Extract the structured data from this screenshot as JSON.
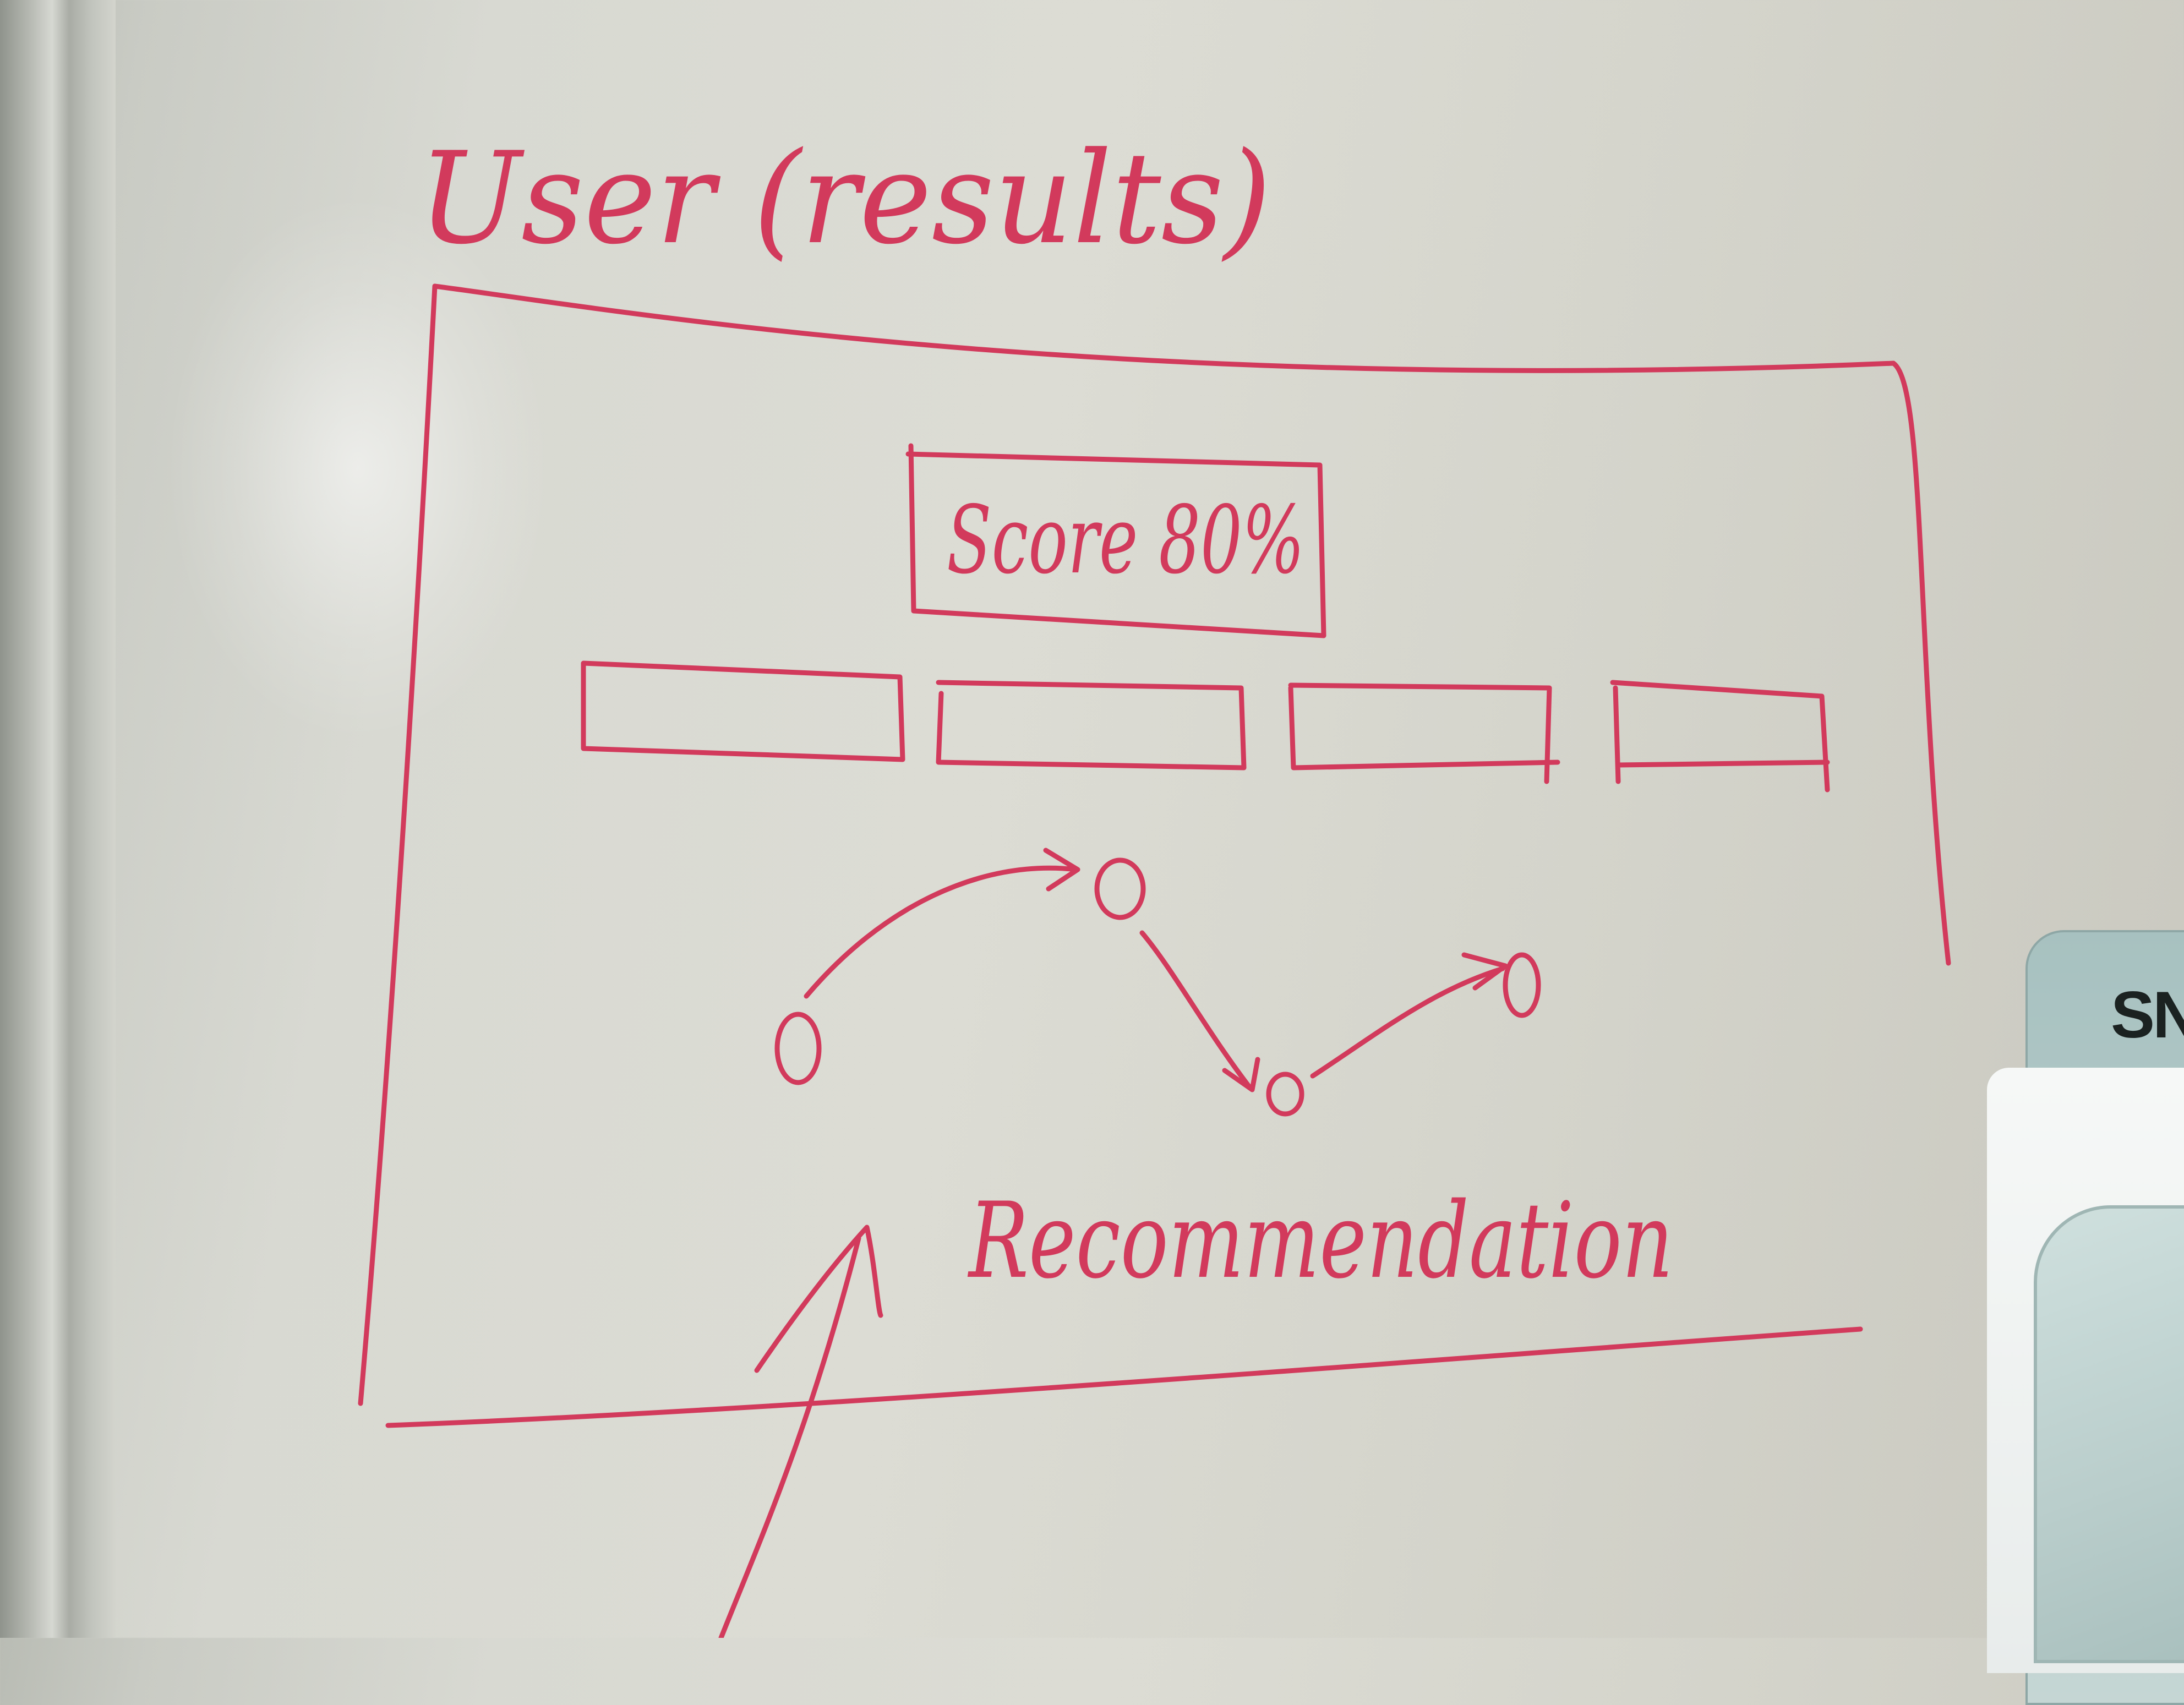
{
  "board": {
    "title": "User (results)",
    "score_label": "Score 80%",
    "recommendation_label": "Recommendation",
    "device_brand": "SN"
  },
  "colors": {
    "ink": "#d23a5c",
    "board": "#d8d9d2"
  },
  "result_boxes": [
    {
      "label": ""
    },
    {
      "label": ""
    },
    {
      "label": ""
    },
    {
      "label": ""
    }
  ],
  "flow_nodes": [
    {
      "label": "O"
    },
    {
      "label": "O"
    },
    {
      "label": "O"
    },
    {
      "label": "O"
    }
  ]
}
